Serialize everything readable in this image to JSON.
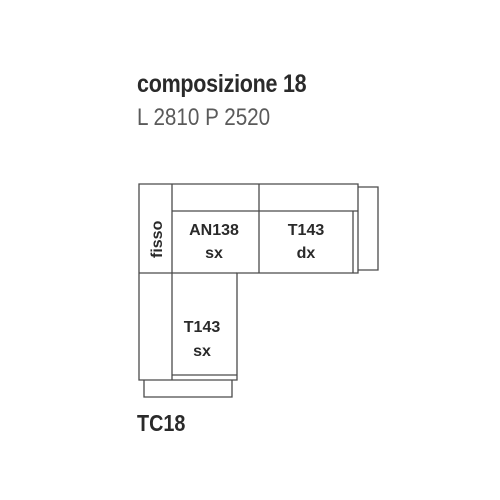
{
  "composition": {
    "title": "composizione 18",
    "dimensions": "L 2810 P 2520",
    "code": "TC18"
  },
  "modules": {
    "fixed_back": {
      "label": "fisso"
    },
    "corner_module": {
      "name": "AN138",
      "side": "sx"
    },
    "right_module": {
      "name": "T143",
      "side": "dx"
    },
    "lower_module": {
      "name": "T143",
      "side": "sx"
    }
  },
  "colors": {
    "line": "#4a4a4a",
    "text": "#2a2a2a"
  }
}
